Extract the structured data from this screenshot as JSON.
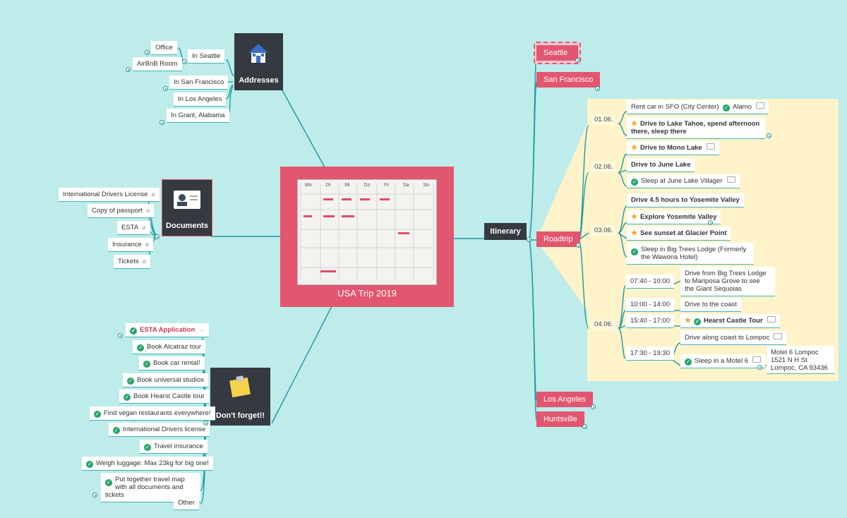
{
  "center": {
    "title": "USA Trip 2019",
    "calendar_days": [
      "Mo",
      "Di",
      "Mi",
      "Do",
      "Fr",
      "Sa",
      "So"
    ]
  },
  "addresses": {
    "title": "Addresses",
    "icon": "house-icon",
    "seattle": "In Seattle",
    "office": "Office",
    "airbnb": "AirBnB Room",
    "sf": "In San Francisco",
    "la": "In Los Angeles",
    "grant": "In Grant, Alabama"
  },
  "documents": {
    "title": "Documents",
    "icon": "id-card-icon",
    "items": [
      "International Drivers License",
      "Copy of passport",
      "ESTA",
      "Insurance",
      "Tickets"
    ]
  },
  "dontforget": {
    "title": "Don't forget!!",
    "icon": "sticky-note-icon",
    "items": [
      "ESTA Application",
      "Book Alcatraz tour",
      "Book car rental!",
      "Book universal studios",
      "Book Hearst Castle tour",
      "Find vegan restaurants everywhere!",
      "International Drivers license",
      "Travel insurance",
      "Weigh luggage: Max 23kg for big one!",
      "Put together travel map with all documents and tickets",
      "Other"
    ]
  },
  "itinerary": {
    "title": "Itinerary",
    "cities": [
      "Seattle",
      "San Francisco",
      "Roadtrip",
      "Los Angeles",
      "Huntsville"
    ]
  },
  "roadtrip": {
    "d1": {
      "date": "01.06.",
      "car": "Rent car in SFO (City Center)",
      "alamo": "Alamo",
      "tahoe": "Drive to Lake Tahoe, spend afternoon there, sleep there"
    },
    "d2": {
      "date": "02.06.",
      "mono": "Drive to Mono Lake",
      "june": "Drive to June Lake",
      "sleep": "Sleep at June Lake Villager"
    },
    "d3": {
      "date": "03.06.",
      "drive": "Drive 4.5 hours to Yosemite Valley",
      "explore": "Explore Yosemite Valley",
      "sunset": "See sunset at Glacier Point",
      "sleep": "Sleep in Big Trees Lodge (Formerly the Wawona Hotel)"
    },
    "d4": {
      "date": "04.06.",
      "t1": "07:40 - 10:00",
      "t1text": "Drive from Big Trees Lodge to Mariposa Grove to see the Giant Sequoias",
      "t2": "10:00 - 14:00",
      "t2text": "Drive to the coast",
      "t3": "15:40 - 17:00",
      "t3text": "Hearst Castle Tour",
      "t4": "17:30 - 19:30",
      "t4a": "Drive along coast to Lompoc",
      "t4b": "Sleep in a Motel 6",
      "motel": "Motel 6 Lompoc 1521 N H St Lompoc, CA 93436"
    }
  }
}
